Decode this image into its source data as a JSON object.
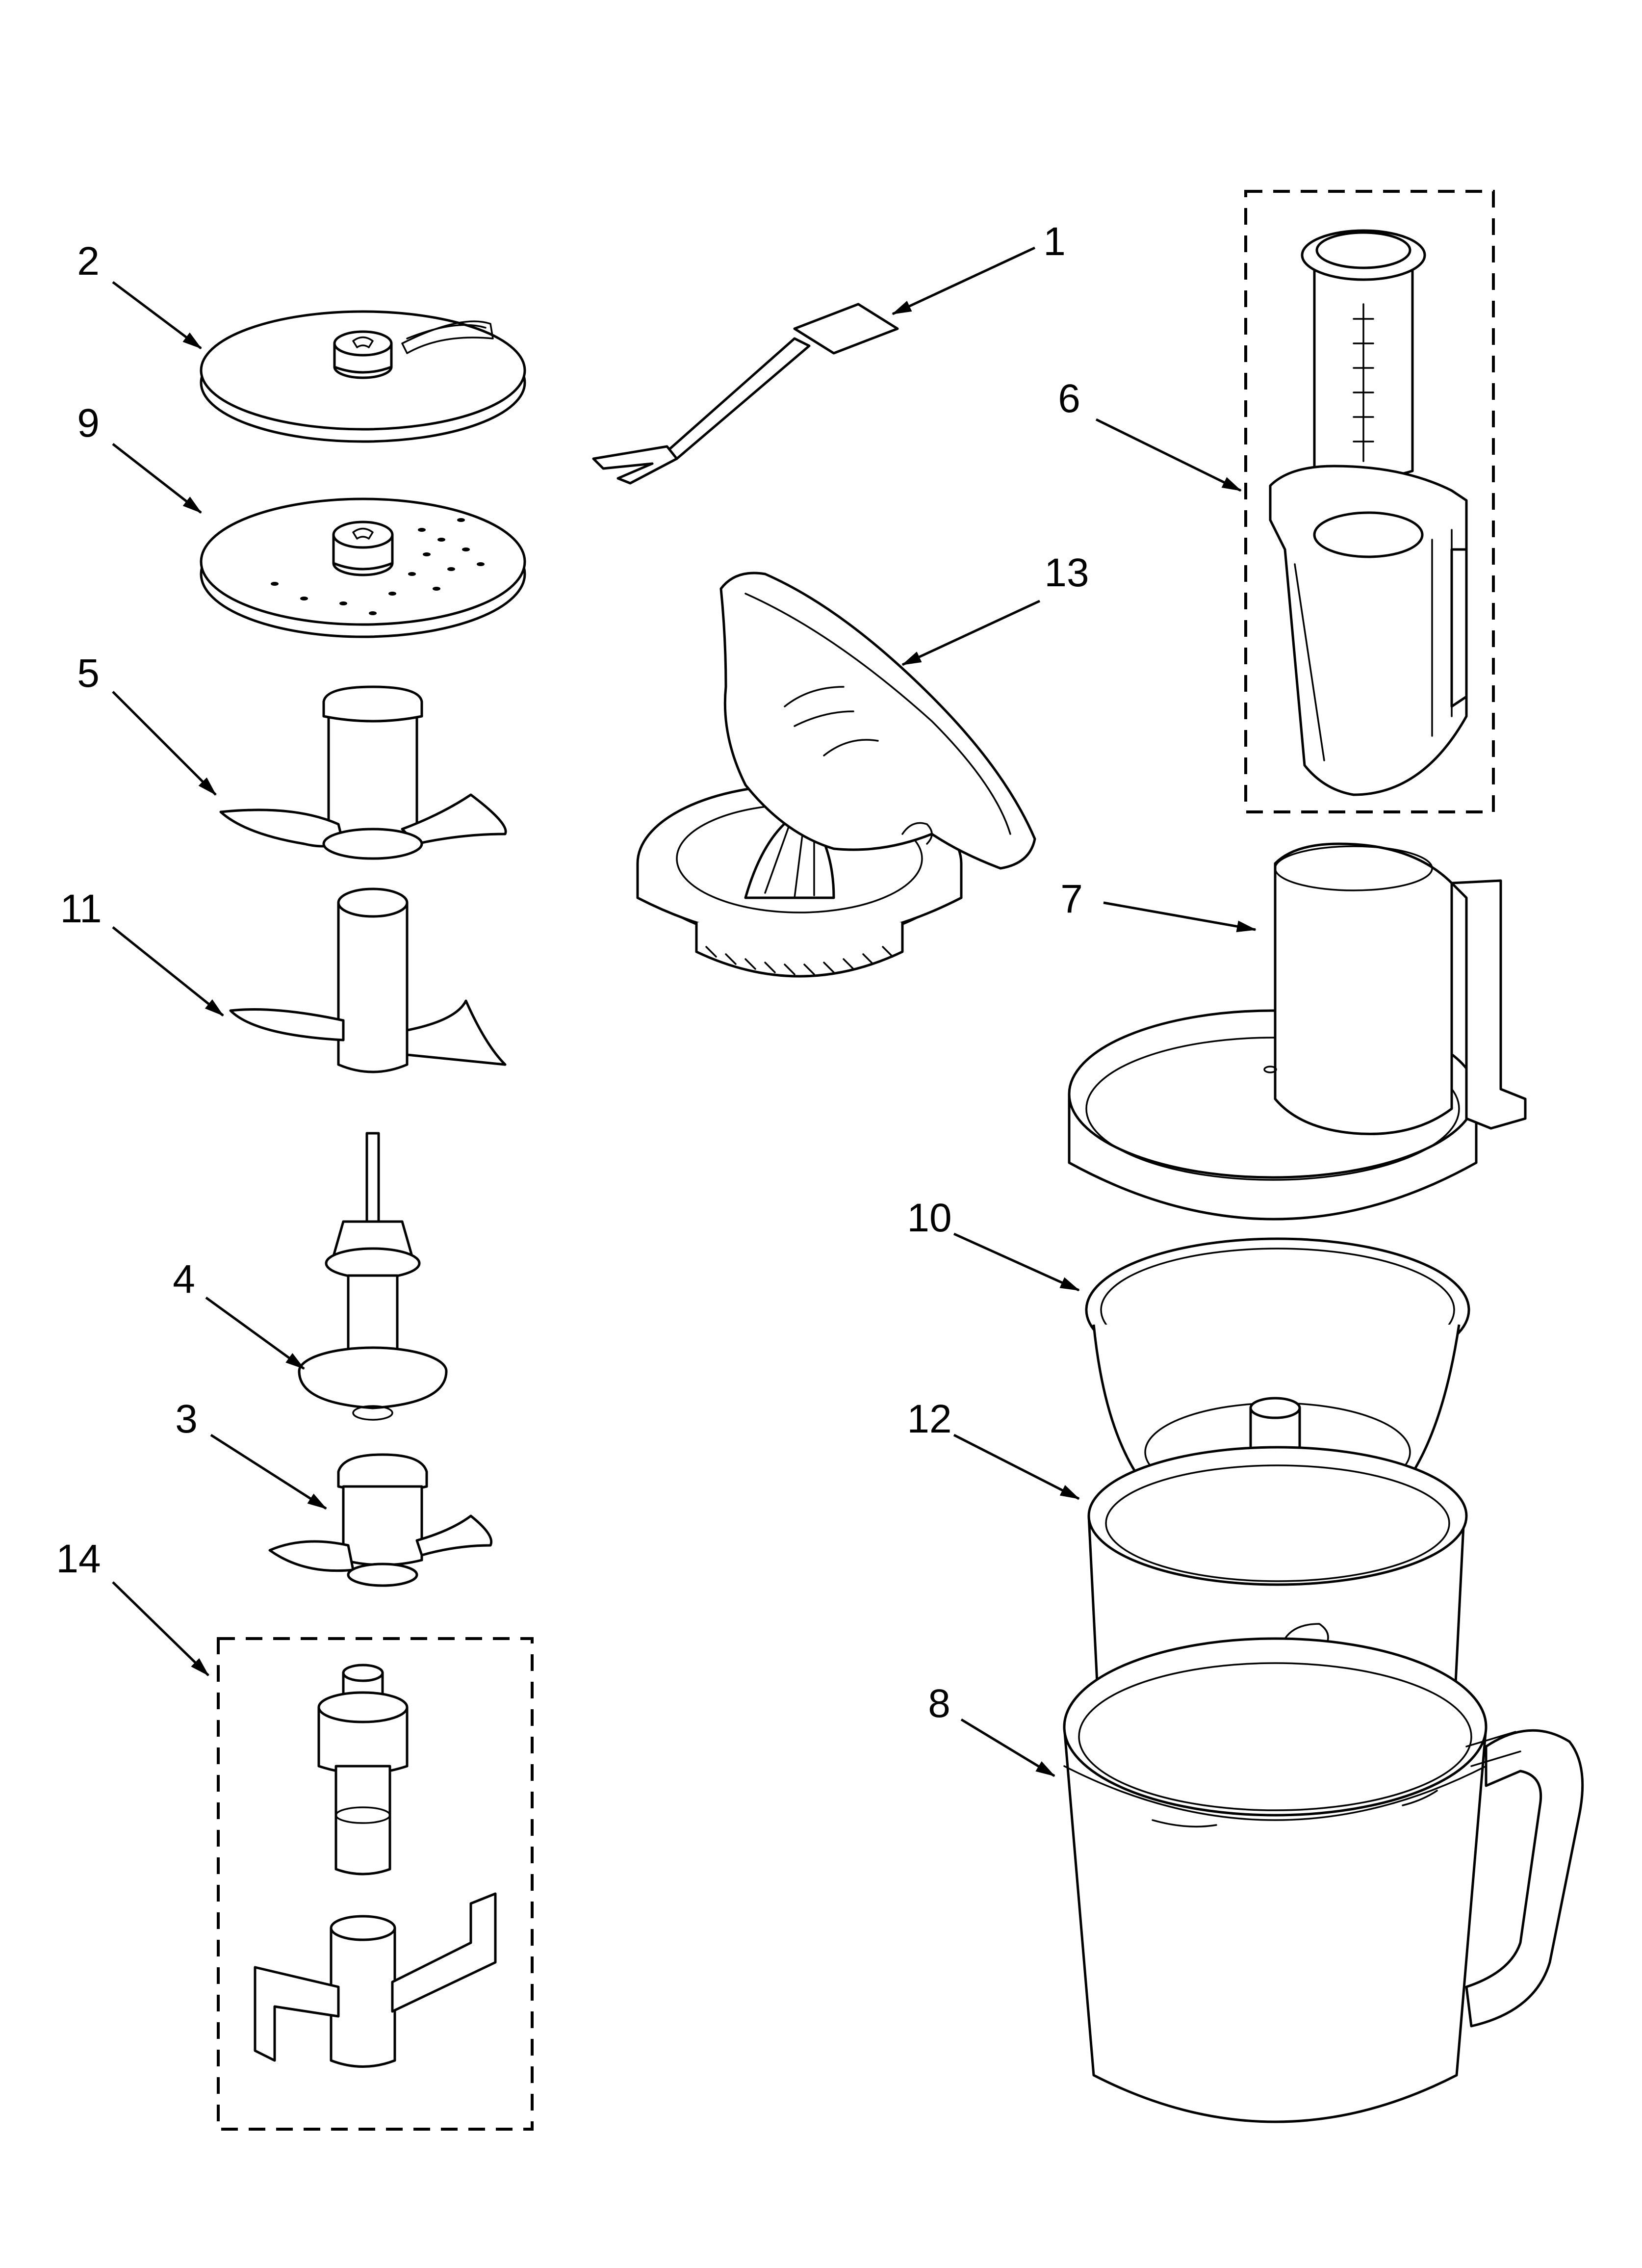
{
  "callouts": [
    {
      "id": "1",
      "label": "1"
    },
    {
      "id": "2",
      "label": "2"
    },
    {
      "id": "3",
      "label": "3"
    },
    {
      "id": "4",
      "label": "4"
    },
    {
      "id": "5",
      "label": "5"
    },
    {
      "id": "6",
      "label": "6"
    },
    {
      "id": "7",
      "label": "7"
    },
    {
      "id": "8",
      "label": "8"
    },
    {
      "id": "9",
      "label": "9"
    },
    {
      "id": "10",
      "label": "10"
    },
    {
      "id": "11",
      "label": "11"
    },
    {
      "id": "12",
      "label": "12"
    },
    {
      "id": "13",
      "label": "13"
    },
    {
      "id": "14",
      "label": "14"
    }
  ],
  "parts": [
    {
      "id": "1",
      "icon": "spatula-icon"
    },
    {
      "id": "2",
      "icon": "slicing-disc-icon"
    },
    {
      "id": "3",
      "icon": "mini-blade-icon"
    },
    {
      "id": "4",
      "icon": "drive-adapter-icon"
    },
    {
      "id": "5",
      "icon": "blade-icon"
    },
    {
      "id": "6",
      "icon": "food-pusher-assembly-icon"
    },
    {
      "id": "7",
      "icon": "lid-with-feed-tube-icon"
    },
    {
      "id": "8",
      "icon": "work-bowl-icon"
    },
    {
      "id": "9",
      "icon": "shredding-disc-icon"
    },
    {
      "id": "10",
      "icon": "mini-bowl-icon"
    },
    {
      "id": "11",
      "icon": "dough-blade-icon"
    },
    {
      "id": "12",
      "icon": "mid-bowl-icon"
    },
    {
      "id": "13",
      "icon": "citrus-press-icon"
    },
    {
      "id": "14",
      "icon": "egg-whip-assembly-icon"
    }
  ]
}
